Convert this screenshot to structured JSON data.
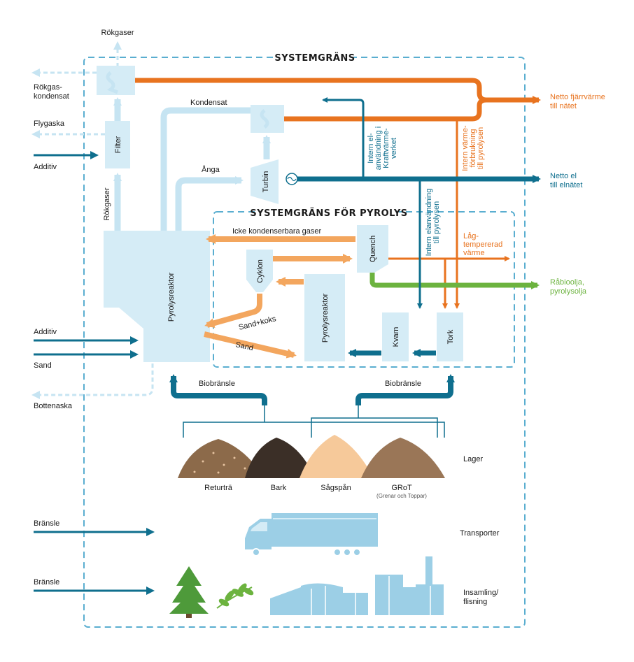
{
  "titles": {
    "system_boundary": "SYSTEMGRÄNS",
    "pyrolysis_boundary": "SYSTEMGRÄNS FÖR PYROLYS"
  },
  "inputs": {
    "additiv_top": "Additiv",
    "additiv_bottom": "Additiv",
    "sand": "Sand",
    "bransle_1": "Bränsle",
    "bransle_2": "Bränsle"
  },
  "outputs": {
    "rokgaser_top": "Rökgaser",
    "rokgaskondensat_line1": "Rökgas-",
    "rokgaskondensat_line2": "kondensat",
    "flygaska": "Flygaska",
    "bottenaska": "Bottenaska",
    "netto_fjarrvarme_line1": "Netto fjärrvärme",
    "netto_fjarrvarme_line2": "till nätet",
    "netto_el_line1": "Netto el",
    "netto_el_line2": "till elnätet",
    "rabioolja_line1": "Råbioolja,",
    "rabioolja_line2": "pyrolysolja"
  },
  "components": {
    "filter": "Filter",
    "rokgaser": "Rökgaser",
    "pyrolysreaktor_main": "Pyrolysreaktor",
    "turbin": "Turbin",
    "quench": "Quench",
    "cyklon": "Cyklon",
    "pyrolysreaktor_small": "Pyrolysreaktor",
    "kvarn": "Kvarn",
    "tork": "Tork"
  },
  "flows": {
    "kondensat": "Kondensat",
    "anga": "Ånga",
    "icke_kondens": "Icke kondenserbara gaser",
    "sand_koks": "Sand+koks",
    "sand": "Sand",
    "biobransle_left": "Biobränsle",
    "biobransle_right": "Biobränsle",
    "intern_el_kv_1": "Intern el-",
    "intern_el_kv_2": "användning i",
    "intern_el_kv_3": "Kraftvärme-",
    "intern_el_kv_4": "verket",
    "intern_varme_1": "Intern värme-",
    "intern_varme_2": "förbrukning",
    "intern_varme_3": "till pyrolysen",
    "intern_el_pyr_1": "Intern elanvändning",
    "intern_el_pyr_2": "till pyrolysen",
    "lagtemp_1": "Låg-",
    "lagtemp_2": "tempererad",
    "lagtemp_3": "värme"
  },
  "storage": {
    "returtra": "Returträ",
    "bark": "Bark",
    "sagspan": "Sågspån",
    "grot": "GRoT",
    "grot_note": "(Grenar och Toppar)",
    "lager": "Lager",
    "transporter": "Transporter",
    "insamling_1": "Insamling/",
    "insamling_2": "flisning"
  },
  "colors": {
    "teal": "#0f6f8e",
    "orange": "#e8731f",
    "light_orange": "#f3a65e",
    "green": "#6cb33f",
    "light_blue": "#c6e4f2",
    "dashed_border": "#5aaed0"
  }
}
